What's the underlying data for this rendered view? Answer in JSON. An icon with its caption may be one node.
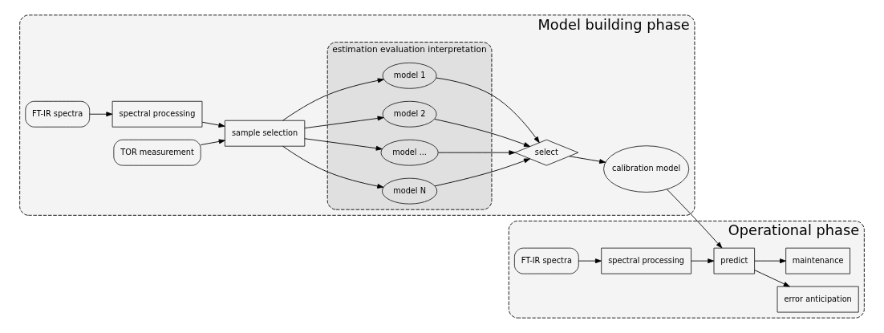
{
  "diagram": {
    "nodes": [
      {
        "text": [
          "Model building phase"
        ]
      },
      {
        "text": [
          "FT-IR spectra"
        ],
        "in": 0
      },
      {
        "text": [
          "TOR measurement"
        ],
        "in": 0
      },
      {
        "text": [
          "spectral processing"
        ],
        "in": 0
      },
      {
        "text": [
          "sample selection"
        ],
        "in": 0
      },
      {
        "text": [
          "estimation evaluation interpretation"
        ],
        "in": 0
      },
      {
        "text": [
          "model 1"
        ],
        "in": 5
      },
      {
        "text": [
          "model 2"
        ],
        "in": 5
      },
      {
        "text": [
          "model ..."
        ],
        "in": 5
      },
      {
        "text": [
          "model N"
        ],
        "in": 5
      },
      {
        "text": [
          "select"
        ],
        "in": 0
      },
      {
        "text": [
          "calibration model"
        ],
        "in": 0
      },
      {
        "text": [
          "Operational phase"
        ]
      },
      {
        "text": [
          "FT-IR spectra"
        ],
        "in": 12
      },
      {
        "text": [
          "spectral processing"
        ],
        "in": 12
      },
      {
        "text": [
          "error anticipation"
        ],
        "in": 12
      },
      {
        "text": [
          "maintenance"
        ],
        "in": 12
      },
      {
        "text": [
          "predict"
        ],
        "in": 12
      }
    ],
    "edges": [
      {
        "from": 1,
        "to": 3,
        "arrow": "to"
      },
      {
        "from": 3,
        "to": 4,
        "arrow": "to"
      },
      {
        "from": 2,
        "to": 4,
        "arrow": "to"
      },
      {
        "from": 4,
        "to": 6,
        "arrow": "to"
      },
      {
        "from": 4,
        "to": 7,
        "arrow": "to"
      },
      {
        "from": 4,
        "to": 8,
        "arrow": "to"
      },
      {
        "from": 4,
        "to": 9,
        "arrow": "to"
      },
      {
        "from": 6,
        "to": 10,
        "arrow": "to"
      },
      {
        "from": 7,
        "to": 10,
        "arrow": "to"
      },
      {
        "from": 8,
        "to": 10,
        "arrow": "to"
      },
      {
        "from": 9,
        "to": 10,
        "arrow": "to"
      },
      {
        "from": 10,
        "to": 11,
        "arrow": "to"
      },
      {
        "from": 11,
        "to": 17,
        "arrow": "to"
      },
      {
        "from": 13,
        "to": 14,
        "arrow": "to"
      },
      {
        "from": 14,
        "to": 17,
        "arrow": "to"
      },
      {
        "from": 17,
        "to": 15,
        "arrow": "to"
      },
      {
        "from": 17,
        "to": 16,
        "arrow": "to"
      }
    ]
  }
}
